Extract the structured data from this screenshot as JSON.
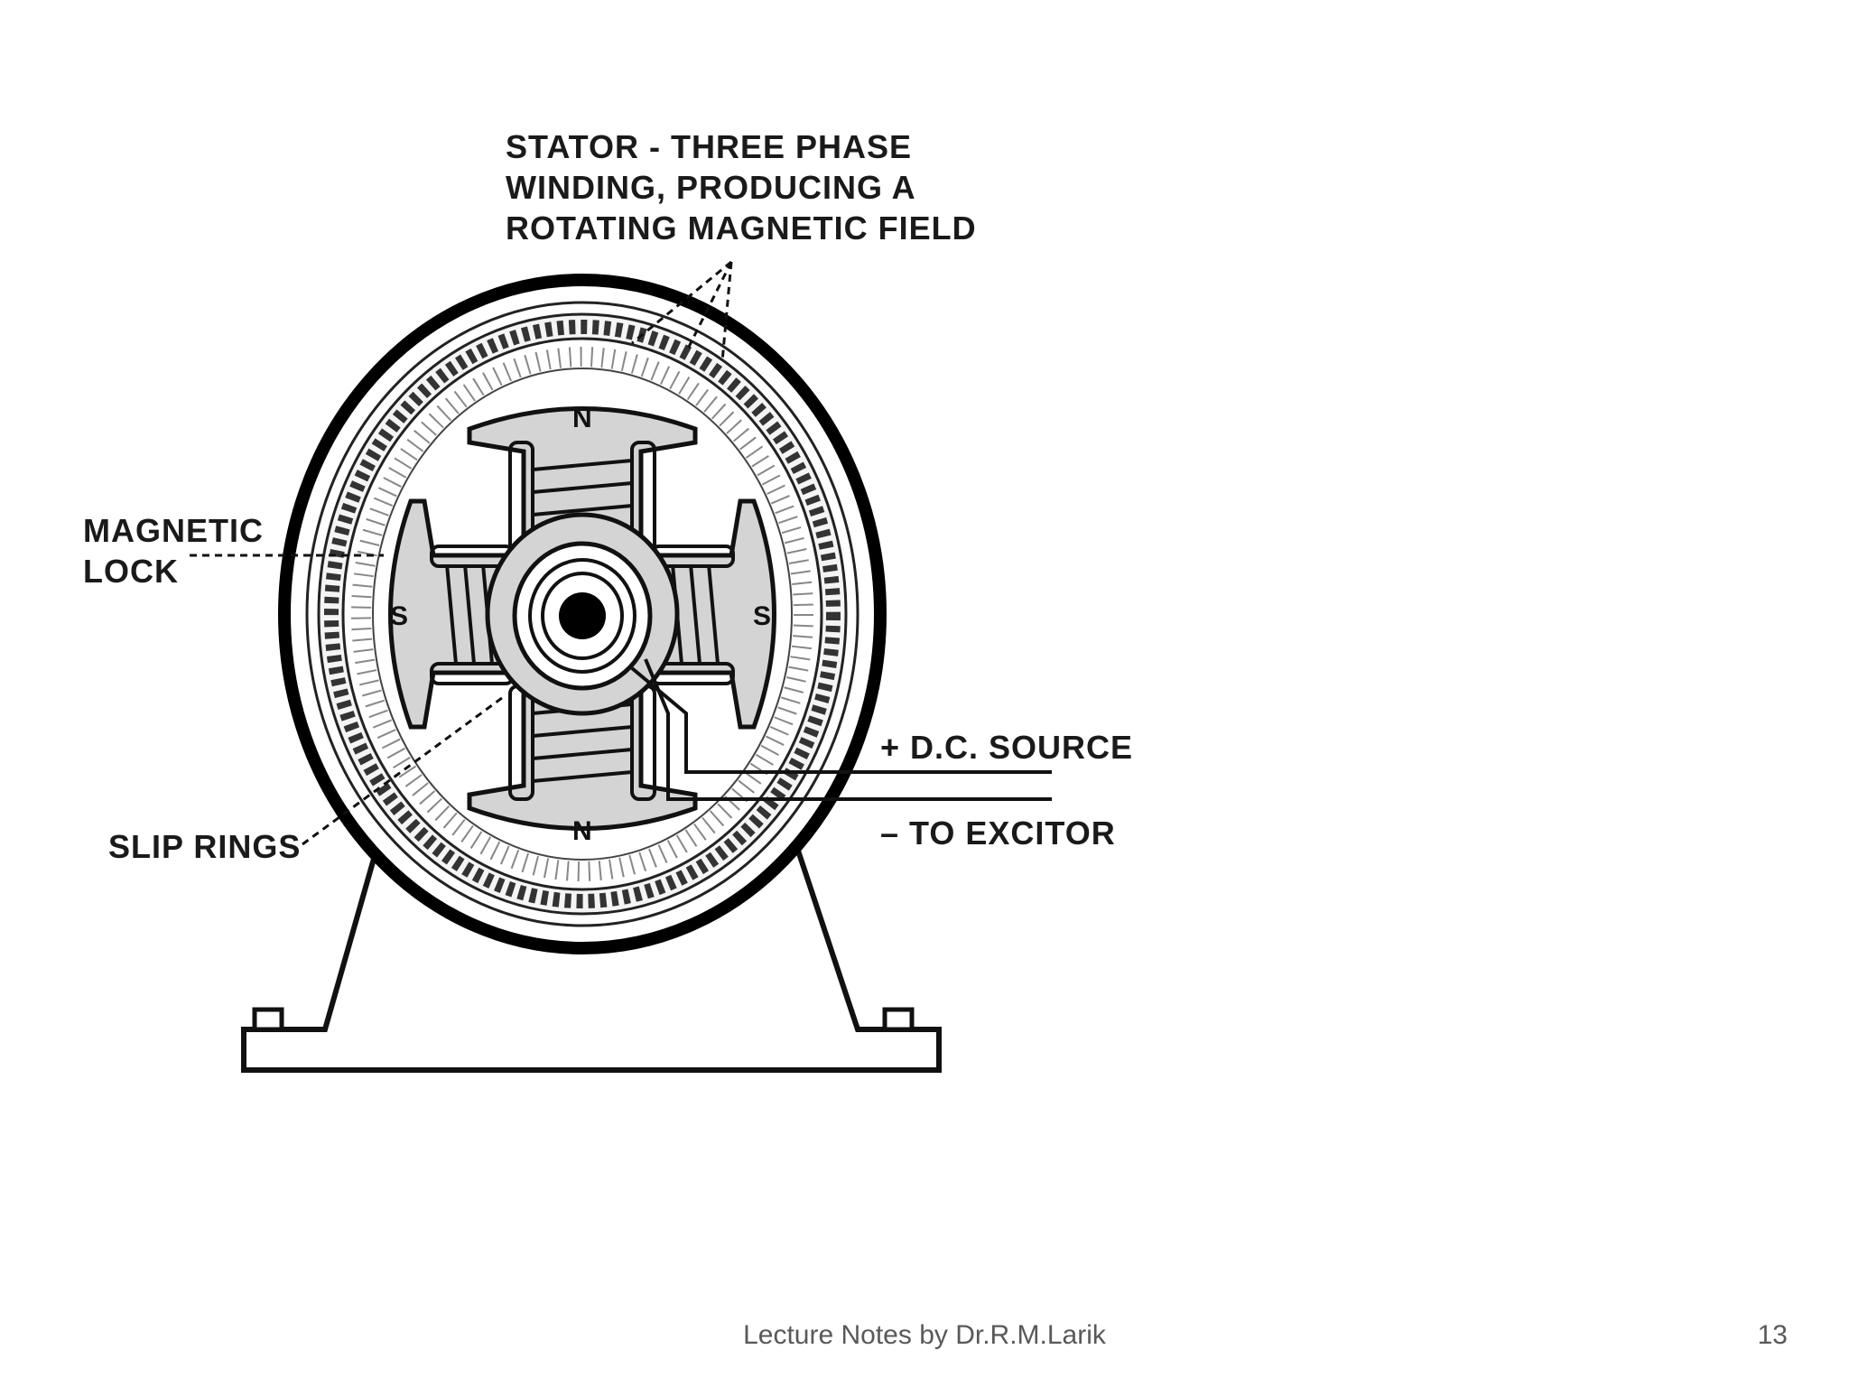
{
  "diagram": {
    "stator_label": [
      "STATOR - THREE PHASE",
      "WINDING, PRODUCING A",
      "ROTATING MAGNETIC FIELD"
    ],
    "magnetic_lock_label": [
      "MAGNETIC",
      "LOCK"
    ],
    "slip_rings_label": "SLIP RINGS",
    "dc_source_label": "+  D.C. SOURCE",
    "excitor_label": "–  TO EXCITOR",
    "pole_north": "N",
    "pole_south": "S"
  },
  "footer": {
    "text": "Lecture Notes by Dr.R.M.Larik",
    "page_number": "13"
  }
}
